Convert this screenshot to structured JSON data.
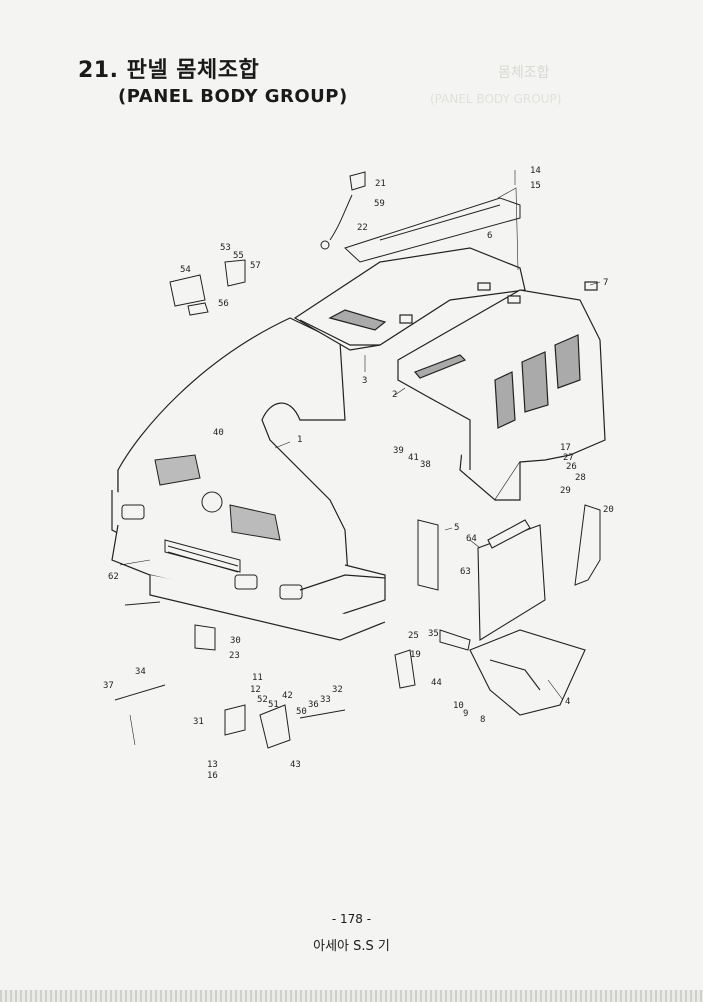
{
  "header": {
    "title": "21. 판넬 몸체조합",
    "subtitle": "(PANEL BODY GROUP)",
    "ghost_title": "몸체조합",
    "ghost_subtitle": "(PANEL BODY GROUP)"
  },
  "diagram": {
    "callouts": [
      "1",
      "2",
      "3",
      "4",
      "5",
      "6",
      "7",
      "8",
      "9",
      "10",
      "11",
      "12",
      "13",
      "14",
      "15",
      "16",
      "17",
      "19",
      "20",
      "21",
      "22",
      "23",
      "25",
      "26",
      "27",
      "28",
      "29",
      "30",
      "31",
      "32",
      "33",
      "34",
      "35",
      "36",
      "37",
      "38",
      "39",
      "40",
      "41",
      "42",
      "43",
      "44",
      "50",
      "51",
      "52",
      "53",
      "54",
      "55",
      "56",
      "57",
      "59",
      "62",
      "63",
      "64"
    ]
  },
  "footer": {
    "page_number": "- 178 -",
    "model_name": "아세아 S.S 기"
  }
}
